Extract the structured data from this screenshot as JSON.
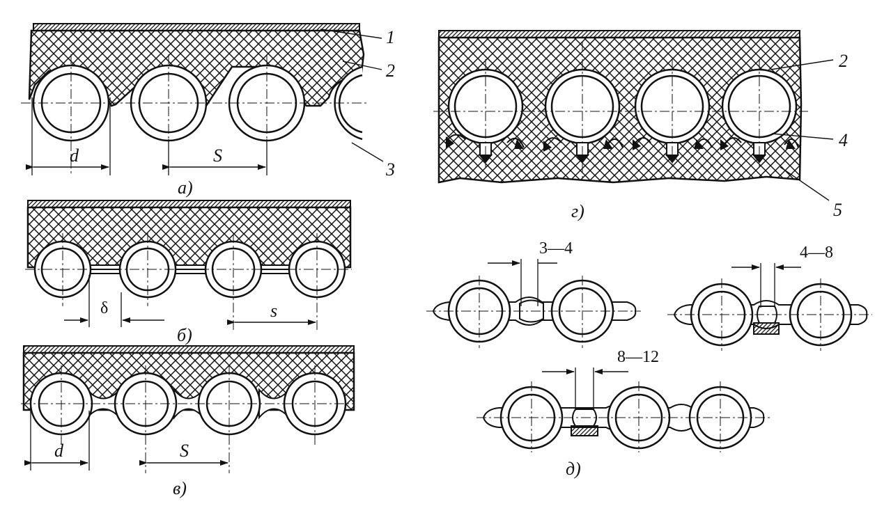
{
  "panels": {
    "a": {
      "caption": "а)",
      "callouts": [
        "1",
        "2",
        "3"
      ],
      "dims": [
        "d",
        "S"
      ]
    },
    "b": {
      "caption": "б)",
      "dims": [
        "δ",
        "s"
      ]
    },
    "v": {
      "caption": "в)",
      "dims": [
        "d",
        "S"
      ]
    },
    "g": {
      "caption": "г)",
      "callouts": [
        "2",
        "4",
        "5"
      ]
    },
    "d": {
      "caption": "д)",
      "dims": [
        "3—4",
        "4—8",
        "8—12"
      ]
    }
  },
  "colors": {
    "ink": "#111111",
    "paper": "#ffffff"
  }
}
